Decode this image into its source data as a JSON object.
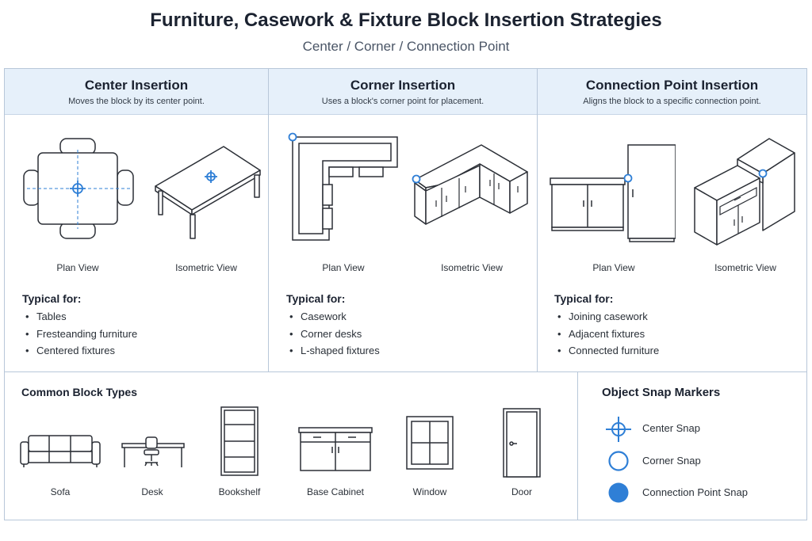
{
  "header": {
    "title": "Furniture, Casework & Fixture Block Insertion Strategies",
    "subtitle": "Center  /  Corner  /  Connection Point"
  },
  "panels": [
    {
      "title": "Center Insertion",
      "description": "Moves the block by its center point.",
      "views": [
        "Plan View",
        "Isometric View"
      ],
      "typical_title": "Typical for:",
      "typical": [
        "Tables",
        "Fresteanding furniture",
        "Centered fixtures"
      ]
    },
    {
      "title": "Corner Insertion",
      "description": "Uses a block's corner point for placement.",
      "views": [
        "Plan View",
        "Isometric View"
      ],
      "typical_title": "Typical for:",
      "typical": [
        "Casework",
        "Corner desks",
        "L-shaped fixtures"
      ]
    },
    {
      "title": "Connection Point Insertion",
      "description": "Aligns the block to a specific connection point.",
      "views": [
        "Plan View",
        "Isometric View"
      ],
      "typical_title": "Typical for:",
      "typical": [
        "Joining casework",
        "Adjacent fixtures",
        "Connected furniture"
      ]
    }
  ],
  "blocks": {
    "title": "Common Block Types",
    "items": [
      "Sofa",
      "Desk",
      "Bookshelf",
      "Base Cabinet",
      "Window",
      "Door"
    ]
  },
  "snaps": {
    "title": "Object Snap Markers",
    "items": [
      "Center Snap",
      "Corner Snap",
      "Connection Point Snap"
    ]
  },
  "colors": {
    "accent": "#2f7fd6",
    "header_bg": "#e6f0fa",
    "border": "#b8c7d9",
    "line": "#2b2f36"
  }
}
